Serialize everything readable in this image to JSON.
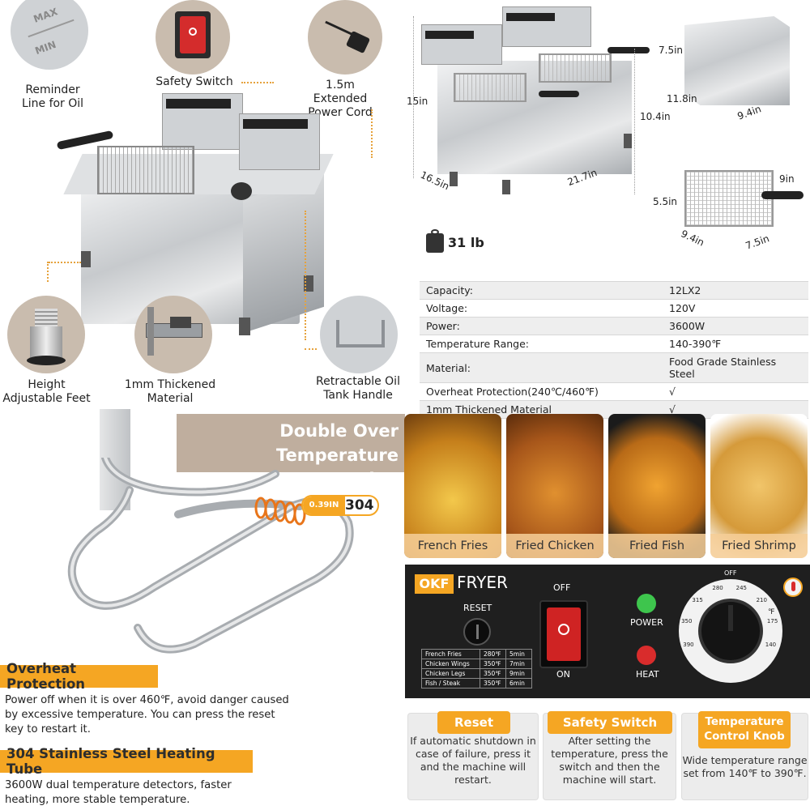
{
  "features": {
    "oil_line": {
      "label": "Reminder Line for Oil",
      "mark_max": "MAX",
      "mark_min": "MIN"
    },
    "safety_switch": {
      "label": "Safety Switch"
    },
    "power_cord": {
      "label": "1.5m Extended Power Cord"
    },
    "feet": {
      "label": "Height Adjustable Feet"
    },
    "material": {
      "label": "1mm Thickened Material"
    },
    "handle": {
      "label": "Retractable Oil Tank Handle"
    }
  },
  "brand": {
    "okf": "OKF",
    "fryer": "FRYER"
  },
  "dimensions": {
    "height": "15in",
    "depth": "16.5in",
    "width": "21.7in",
    "tank_height": "10.4in",
    "weight": "31 lb",
    "tank": {
      "h": "7.5in",
      "l": "11.8in",
      "w": "9.4in"
    },
    "basket": {
      "h": "5.5in",
      "l": "9.4in",
      "w": "7.5in",
      "handle": "9in"
    }
  },
  "specs": [
    {
      "key": "Capacity:",
      "value": "12LX2"
    },
    {
      "key": "Voltage:",
      "value": "120V"
    },
    {
      "key": "Power:",
      "value": "3600W"
    },
    {
      "key": "Temperature Range:",
      "value": "140-390℉"
    },
    {
      "key": "Material:",
      "value": "Food Grade Stainless Steel"
    },
    {
      "key": "Overheat Protection(240℃/460℉)",
      "value": "√"
    },
    {
      "key": "1mm Thickened Material",
      "value": "√"
    }
  ],
  "heating": {
    "banner": "Double Over Temperature Protection",
    "badge_small": "0.39IN",
    "badge_big": "304",
    "overheat_title": "Overheat Protection",
    "overheat_text": "Power off when it is over 460℉, avoid danger caused by excessive temperature. You can press the reset key to restart it.",
    "tube_title": "304 Stainless Steel Heating Tube",
    "tube_text": "3600W dual temperature detectors, faster heating, more stable temperature."
  },
  "foods": [
    "French Fries",
    "Fried Chicken",
    "Fried Fish",
    "Fried Shrimp"
  ],
  "panel": {
    "okf": "OKF",
    "fryer": "FRYER",
    "reset": "RESET",
    "off": "OFF",
    "on": "ON",
    "power": "POWER",
    "heat": "HEAT",
    "knob_off": "OFF",
    "knob_unit": "℉",
    "knob_ticks": [
      "390",
      "350",
      "315",
      "280",
      "245",
      "210",
      "175",
      "140"
    ],
    "cook_table": [
      {
        "food": "French Fries",
        "temp": "280℉",
        "time": "5min"
      },
      {
        "food": "Chicken Wings",
        "temp": "350℉",
        "time": "7min"
      },
      {
        "food": "Chicken Legs",
        "temp": "350℉",
        "time": "9min"
      },
      {
        "food": "Fish / Steak",
        "temp": "350℉",
        "time": "6min"
      }
    ],
    "reset_tag": "Reset",
    "reset_text": "If automatic shutdown in case of failure, press it and the machine will restart.",
    "switch_tag": "Safety Switch",
    "switch_text": "After setting the temperature, press the switch and then the machine will start.",
    "knob_tag": "Temperature Control Knob",
    "knob_text": "Wide temperature range set from 140℉ to 390℉."
  }
}
